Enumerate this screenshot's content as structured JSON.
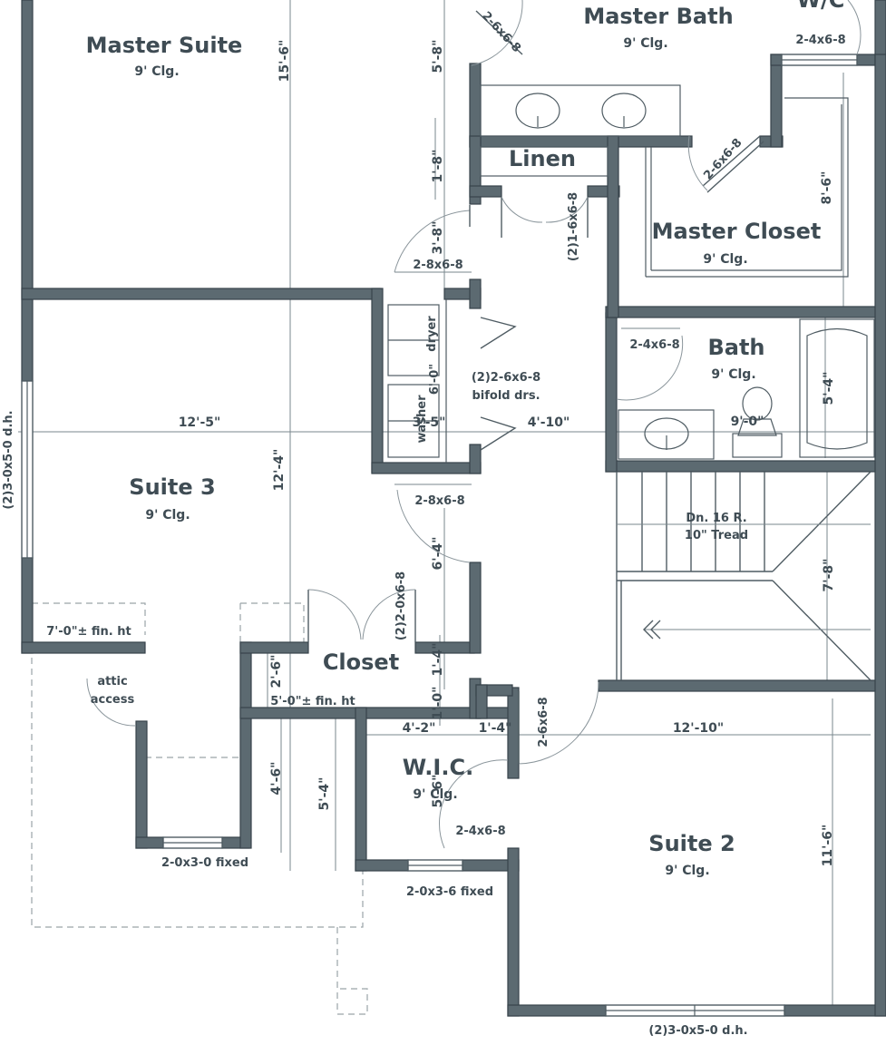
{
  "rooms": {
    "master_suite": {
      "name": "Master Suite",
      "ceiling": "9' Clg."
    },
    "master_bath": {
      "name": "Master Bath",
      "ceiling": "9' Clg."
    },
    "linen": {
      "name": "Linen"
    },
    "master_closet": {
      "name": "Master Closet",
      "ceiling": "9' Clg."
    },
    "bath": {
      "name": "Bath",
      "ceiling": "9' Clg."
    },
    "suite3": {
      "name": "Suite 3",
      "ceiling": "9' Clg."
    },
    "closet": {
      "name": "Closet"
    },
    "wic": {
      "name": "W.I.C.",
      "ceiling": "9' Clg."
    },
    "suite2": {
      "name": "Suite 2",
      "ceiling": "9' Clg."
    },
    "wc": {
      "name": "W/C"
    }
  },
  "dimensions": {
    "master_suite_depth": "15'-6\"",
    "master_bath_v": "5'-8\"",
    "linen_v": "1'-8\"",
    "hall_v": "3'-8\"",
    "master_closet_v": "8'-6\"",
    "bath_tub_v": "5'-4\"",
    "bath_width": "9'-0\"",
    "suite3_width": "12'-5\"",
    "suite3_depth": "12'-4\"",
    "laundry_width": "3'-5\"",
    "hall_width": "4'-10\"",
    "hall2_v": "6'-4\"",
    "stair_v": "7'-8\"",
    "closet_v1": "2'-6\"",
    "closet_v2": "1'-4\"",
    "closet_v3": "1'-0\"",
    "wic_width": "4'-2\"",
    "wic_offset": "1'-4\"",
    "suite2_width": "12'-10\"",
    "suite2_depth": "11'-6\"",
    "nook_v1": "4'-6\"",
    "nook_v2": "5'-4\"",
    "wic_v": "5'-6\""
  },
  "labels": {
    "door_2_6x6_8_bath": "2-6x6-8",
    "door_2_4x6_8_mbath": "2-4x6-8",
    "door_2_6x6_8_mcloset": "2-6x6-8",
    "door_linen": "(2)1-6x6-8",
    "door_2_8x6_8_top": "2-8x6-8",
    "door_2_4x6_8_bath": "2-4x6-8",
    "bifold_1": "(2)2-6x6-8",
    "bifold_2": "bifold drs.",
    "dryer": "dryer",
    "washer": "washer",
    "washer_dim": "6'-0\"",
    "door_2_8x6_8_suite3": "2-8x6-8",
    "door_closet": "(2)2-0x6-8",
    "door_suite2": "2-6x6-8",
    "door_wic": "2-4x6-8",
    "window_suite3_side": "(2)3-0x5-0 d.h.",
    "window_suite3_bottom": "2-0x3-0 fixed",
    "window_wic": "2-0x3-6 fixed",
    "window_suite2": "(2)3-0x5-0 d.h.",
    "fin_ht_1": "7'-0\"± fin. ht",
    "fin_ht_2": "5'-0\"± fin. ht",
    "attic_1": "attic",
    "attic_2": "access",
    "stair_1": "Dn. 16 R.",
    "stair_2": "10\" Tread"
  }
}
